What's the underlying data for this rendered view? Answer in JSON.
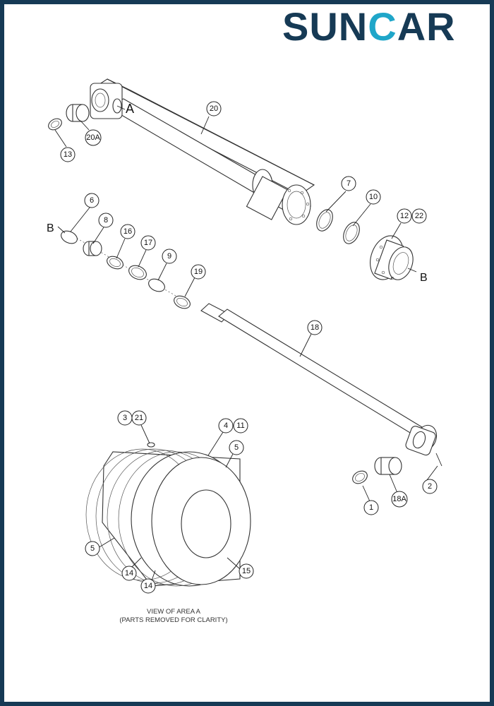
{
  "logo": {
    "part1": "SUN",
    "part2": "C",
    "part3": "AR"
  },
  "labels": {
    "area": "A",
    "b_left": "B",
    "b_right": "B"
  },
  "caption": {
    "line1": "VIEW OF AREA A",
    "line2": "(PARTS REMOVED FOR CLARITY)"
  },
  "callouts": [
    "20",
    "20A",
    "13",
    "7",
    "10",
    "12",
    "22",
    "6",
    "8",
    "16",
    "17",
    "9",
    "19",
    "18",
    "3",
    "21",
    "4",
    "11",
    "5",
    "2",
    "1",
    "18A",
    "5",
    "14",
    "14",
    "15"
  ],
  "colors": {
    "frame": "#163a55",
    "brand_dark": "#163a55",
    "brand_accent": "#1fa6c9"
  }
}
